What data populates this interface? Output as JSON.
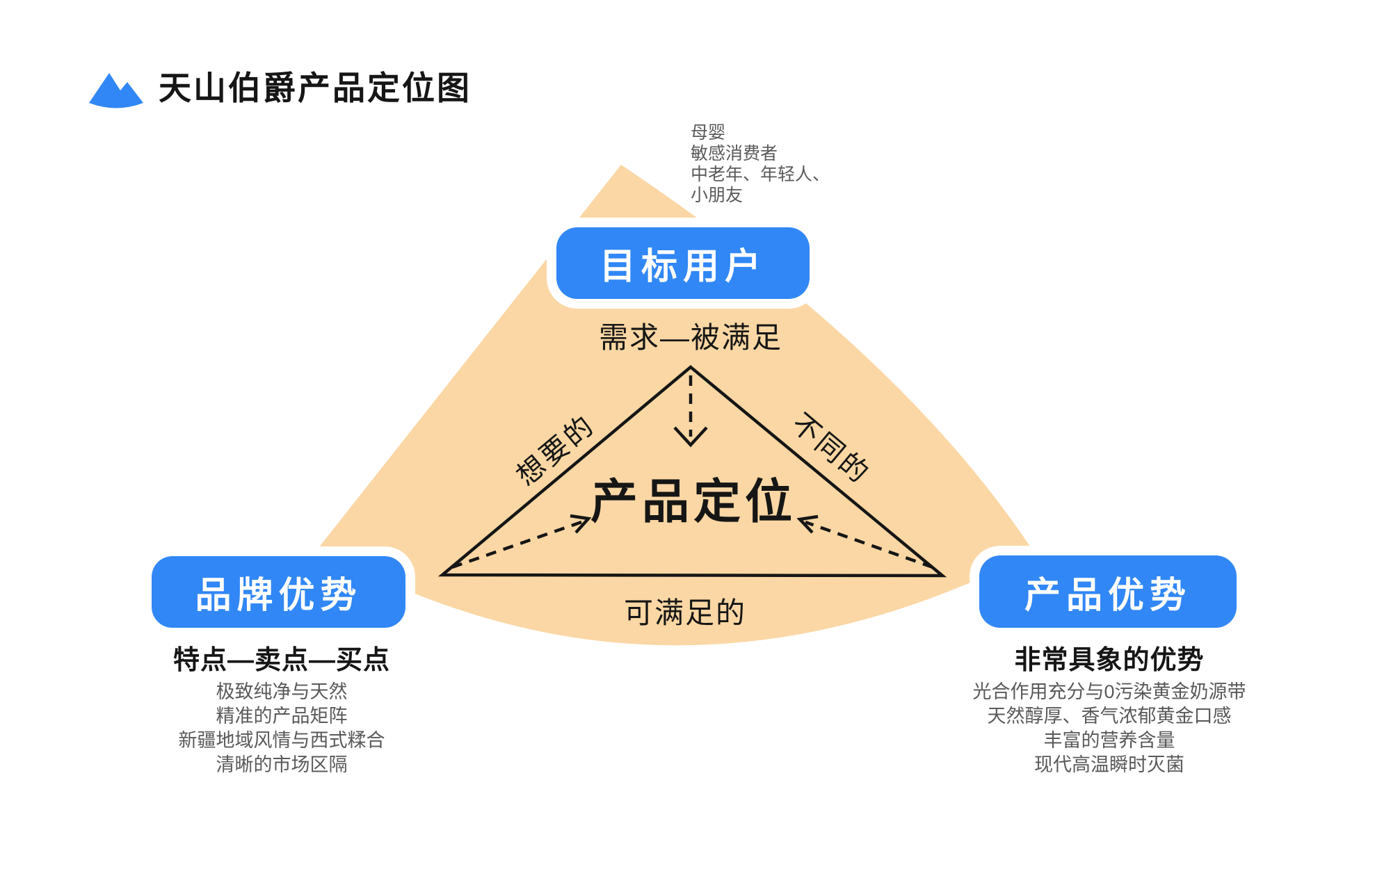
{
  "colors": {
    "accent_blue": "#3187F5",
    "fan_peach": "#FAD7A4",
    "text_dark": "#161616",
    "text_gray": "#595959"
  },
  "header": {
    "title": "天山伯爵产品定位图",
    "logo_icon": "mountain-icon"
  },
  "diagram": {
    "target_users": {
      "button_label": "目标用户",
      "audience_lines": [
        "母婴",
        "敏感消费者",
        "中老年、年轻人、",
        "小朋友"
      ],
      "need_label": "需求—被满足"
    },
    "center": {
      "title": "产品定位",
      "left_edge_label": "想要的",
      "right_edge_label": "不同的",
      "bottom_edge_label": "可满足的"
    },
    "brand_advantage": {
      "button_label": "品牌优势",
      "subtitle": "特点—卖点—买点",
      "items": [
        "极致纯净与天然",
        "精准的产品矩阵",
        "新疆地域风情与西式糅合",
        "清晰的市场区隔"
      ]
    },
    "product_advantage": {
      "button_label": "产品优势",
      "subtitle": "非常具象的优势",
      "items": [
        "光合作用充分与0污染黄金奶源带",
        "天然醇厚、香气浓郁黄金口感",
        "丰富的营养含量",
        "现代高温瞬时灭菌"
      ]
    }
  }
}
